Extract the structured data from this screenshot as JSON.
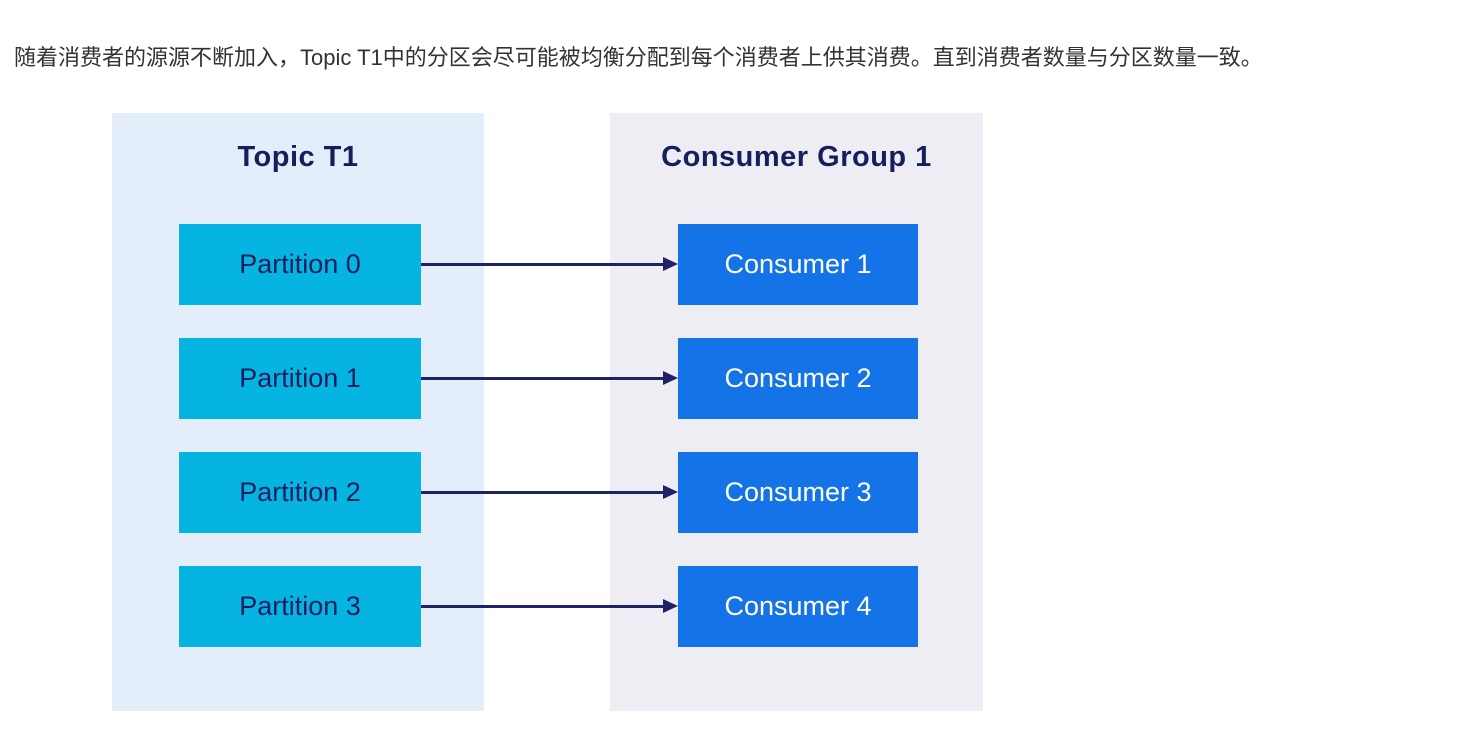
{
  "page": {
    "description": "随着消费者的源源不断加入，Topic T1中的分区会尽可能被均衡分配到每个消费者上供其消费。直到消费者数量与分区数量一致。"
  },
  "diagram": {
    "topic_panel": {
      "title": "Topic T1",
      "partitions": [
        "Partition 0",
        "Partition 1",
        "Partition 2",
        "Partition 3"
      ]
    },
    "consumer_panel": {
      "title": "Consumer Group 1",
      "consumers": [
        "Consumer 1",
        "Consumer 2",
        "Consumer 3",
        "Consumer 4"
      ]
    },
    "connections": [
      {
        "from": "Partition 0",
        "to": "Consumer 1"
      },
      {
        "from": "Partition 1",
        "to": "Consumer 2"
      },
      {
        "from": "Partition 2",
        "to": "Consumer 3"
      },
      {
        "from": "Partition 3",
        "to": "Consumer 4"
      }
    ],
    "colors": {
      "partition_fill": "#06b4e2",
      "consumer_fill": "#1473e6",
      "topic_panel_bg": "#e4eefb",
      "consumer_panel_bg": "#eeedf3",
      "title_color": "#161f5e",
      "arrow_color": "#1d2364",
      "intro_color": "#333333"
    }
  }
}
